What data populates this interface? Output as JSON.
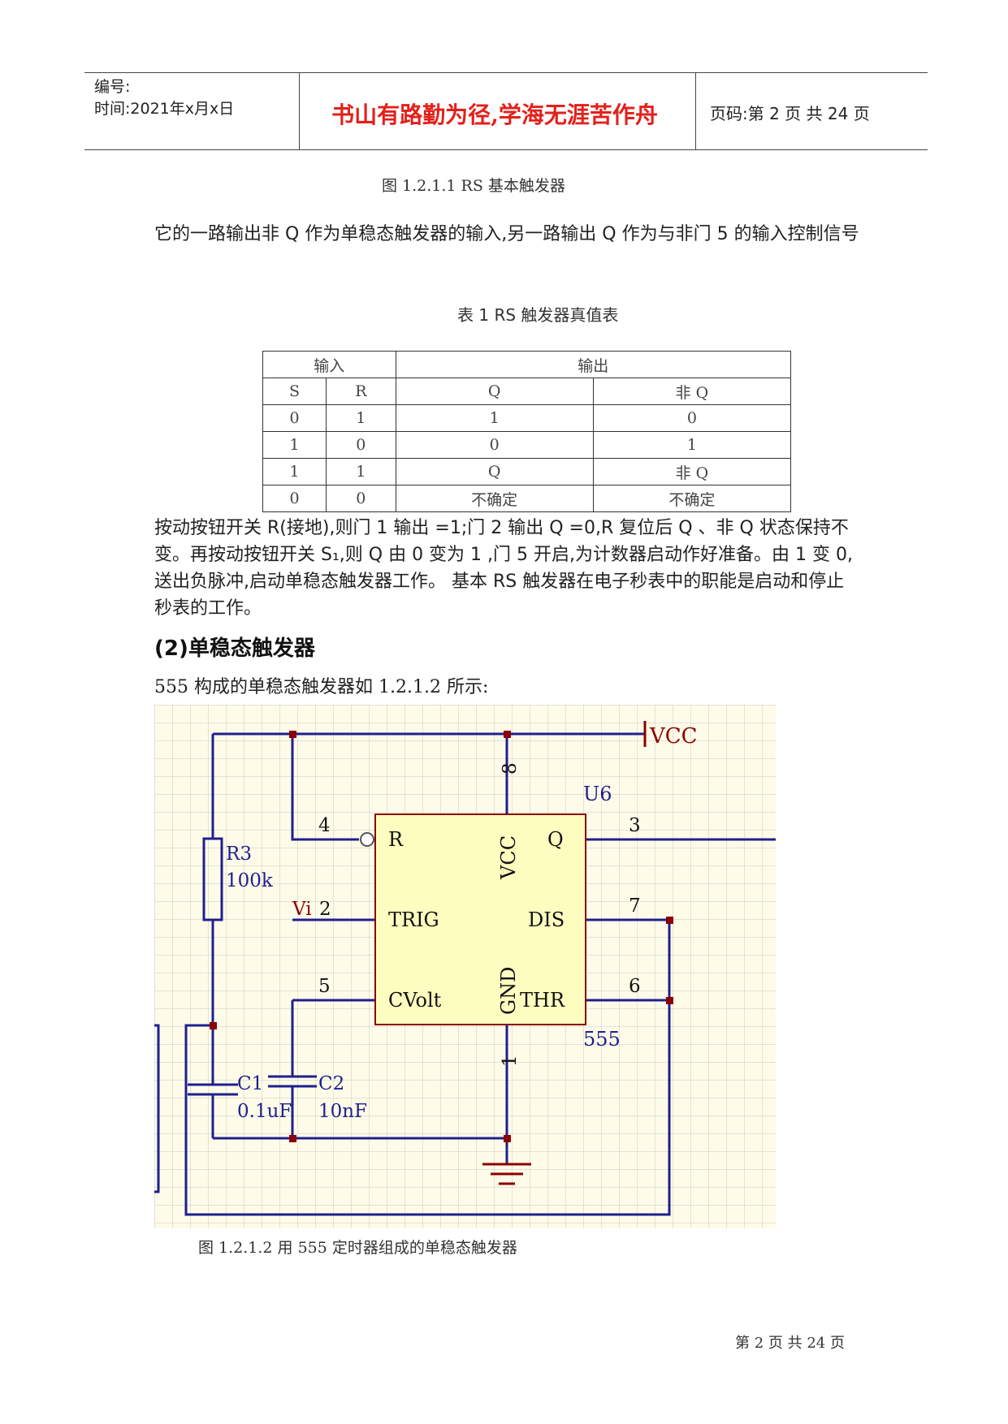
{
  "header": {
    "number_label": "编号:",
    "time_label": "时间:2021年x月x日",
    "motto": "书山有路勤为径,学海无涯苦作舟",
    "page_label": "页码:第 2 页  共 24 页"
  },
  "figure1_caption": "图 1.2.1.1    RS 基本触发器",
  "intro_paragraph": "它的一路输出非 Q 作为单稳态触发器的输入,另一路输出 Q 作为与非门 5 的输入控制信号",
  "table": {
    "caption": "表 1  RS 触发器真值表",
    "group_headers": [
      "输入",
      "输出"
    ],
    "columns": [
      "S",
      "R",
      "Q",
      "非 Q"
    ],
    "rows": [
      [
        "0",
        "1",
        "1",
        "0"
      ],
      [
        "1",
        "0",
        "0",
        "1"
      ],
      [
        "1",
        "1",
        "Q",
        "非 Q"
      ],
      [
        "0",
        "0",
        "不确定",
        "不确定"
      ]
    ]
  },
  "body_paragraph": "按动按钮开关 R(接地),则门 1 输出 =1;门 2 输出 Q =0,R 复位后 Q 、非 Q 状态保持不变。再按动按钮开关 S₁,则 Q 由 0 变为 1 ,门 5 开启,为计数器启动作好准备。由 1 变 0,送出负脉冲,启动单稳态触发器工作。 基本 RS 触发器在电子秒表中的职能是启动和停止秒表的工作。",
  "section_heading": "(2)单稳态触发器",
  "section_intro": "555 构成的单稳态触发器如 1.2.1.2 所示:",
  "circuit": {
    "supply_label": "VCC",
    "chip_ref": "U6",
    "chip_part": "555",
    "pins": {
      "R": "R",
      "R_num": "4",
      "TRIG": "TRIG",
      "TRIG_num": "2",
      "CVolt": "CVolt",
      "CVolt_num": "5",
      "Q": "Q",
      "Q_num": "3",
      "DIS": "DIS",
      "DIS_num": "7",
      "THR": "THR",
      "THR_num": "6",
      "VCC": "VCC",
      "VCC_num": "8",
      "GND": "GND",
      "GND_num": "1"
    },
    "input_label": "Vi",
    "resistor": {
      "ref": "R3",
      "value": "100k"
    },
    "cap1": {
      "ref": "C1",
      "value": "0.1uF"
    },
    "cap2": {
      "ref": "C2",
      "value": "10nF"
    },
    "colors": {
      "grid_bg": "#fefce8",
      "grid_line": "#c8c8c8",
      "wire": "#1f1f8f",
      "node": "#8b0000",
      "chip_fill": "#fdfdbf",
      "chip_border": "#8b0000",
      "label": "#1f1f8f"
    }
  },
  "figure2_caption": "图 1.2.1.2 用 555 定时器组成的单稳态触发器",
  "footer": "第 2 页 共 24 页"
}
